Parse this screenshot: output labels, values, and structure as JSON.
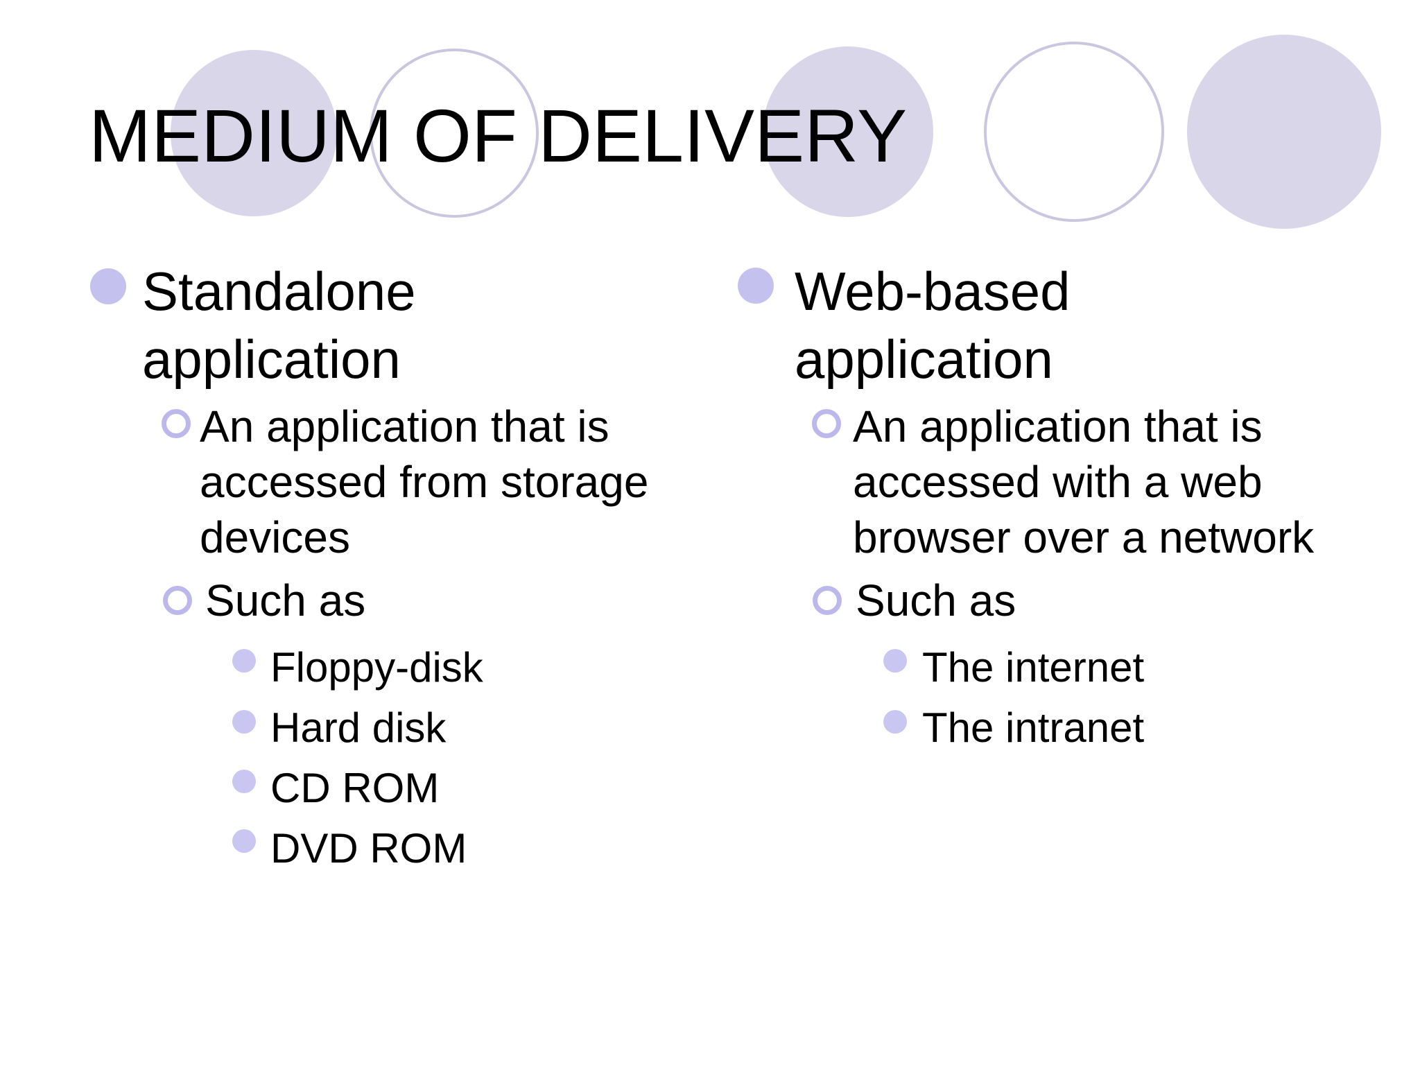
{
  "slide": {
    "title": "MEDIUM OF DELIVERY",
    "theme": {
      "background": "#ffffff",
      "text_color": "#000000",
      "bullet_level1_color": "#c5c1ef",
      "bullet_level2_ring_color": "#bdb8ec",
      "bullet_level3_color": "#c9c6f1",
      "decorative_circle_fill": "#d9d6ea",
      "decorative_circle_stroke": "#cac6e0"
    },
    "columns": {
      "left": {
        "heading_lines": [
          "Standalone",
          "application"
        ],
        "description_lines": [
          "An application that is",
          "accessed from storage",
          "devices"
        ],
        "such_as_label": "Such as",
        "examples": [
          "Floppy-disk",
          "Hard disk",
          "CD ROM",
          "DVD ROM"
        ]
      },
      "right": {
        "heading_lines": [
          "Web-based",
          "application"
        ],
        "description_lines": [
          "An application that is",
          "accessed with a web",
          "browser over a network"
        ],
        "such_as_label": "Such as",
        "examples": [
          "The internet",
          "The intranet"
        ]
      }
    }
  }
}
